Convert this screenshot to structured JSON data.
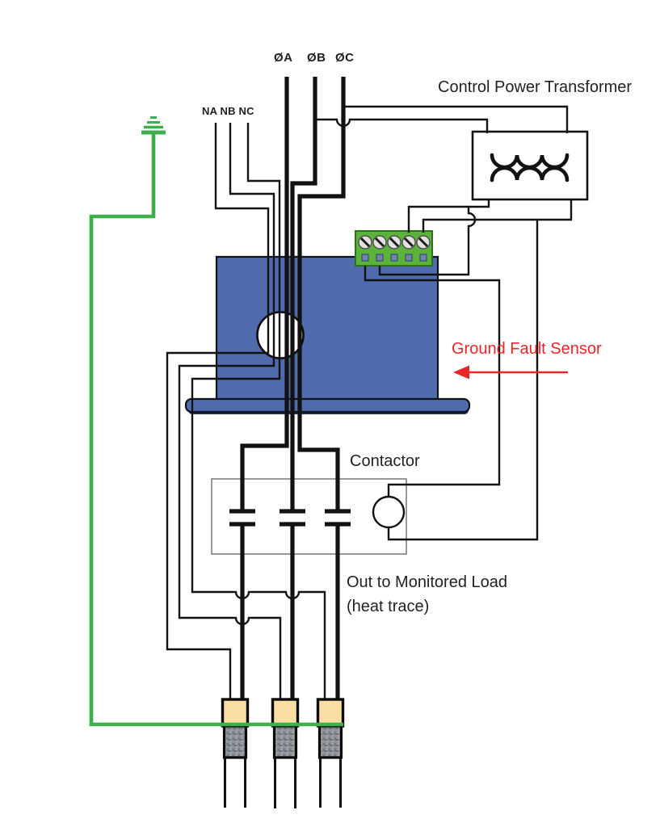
{
  "diagram": {
    "phases": {
      "a": "ØA",
      "b": "ØB",
      "c": "ØC"
    },
    "neutral_labels": "NA NB NC",
    "components": {
      "transformer_label": "Control Power Transformer",
      "sensor_label": "Ground Fault Sensor",
      "contactor_label": "Contactor",
      "load_label_line1": "Out to Monitored Load",
      "load_label_line2": "(heat trace)"
    },
    "colors": {
      "wire_black": "#121212",
      "ground_wire_green": "#3db04b",
      "sensor_body_blue": "#4f6bad",
      "terminal_block_green": "#5cb33c",
      "annotation_red": "#e8262a",
      "cable_insulation_tan": "#fadfa5",
      "cable_braid_gray": "#8e9399",
      "contactor_box_gray": "#7f7f7f"
    }
  }
}
